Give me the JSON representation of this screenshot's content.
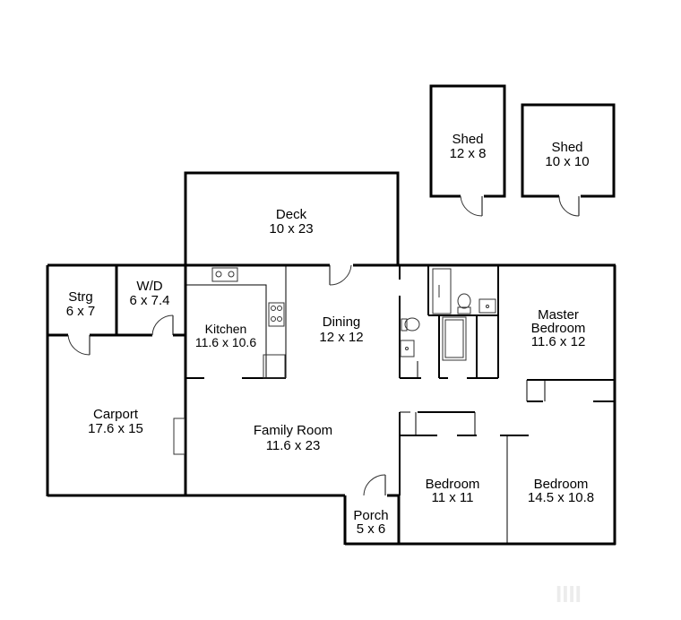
{
  "rooms": {
    "shed1": {
      "name": "Shed",
      "size": "12 x 8"
    },
    "shed2": {
      "name": "Shed",
      "size": "10 x 10"
    },
    "deck": {
      "name": "Deck",
      "size": "10 x 23"
    },
    "storage": {
      "name": "Strg",
      "size": "6 x 7"
    },
    "laundry": {
      "name": "W/D",
      "size": "6 x 7.4"
    },
    "kitchen": {
      "name": "Kitchen",
      "size": "11.6 x 10.6"
    },
    "dining": {
      "name": "Dining",
      "size": "12 x 12"
    },
    "master": {
      "name_line1": "Master",
      "name_line2": "Bedroom",
      "size": "11.6 x 12"
    },
    "carport": {
      "name": "Carport",
      "size": "17.6 x 15"
    },
    "family": {
      "name": "Family Room",
      "size": "11.6 x 23"
    },
    "bedroom1": {
      "name": "Bedroom",
      "size": "11 x 11"
    },
    "bedroom2": {
      "name": "Bedroom",
      "size": "14.5 x 10.8"
    },
    "porch": {
      "name": "Porch",
      "size": "5 x 6"
    }
  },
  "watermark": {
    "text": "IIII"
  }
}
